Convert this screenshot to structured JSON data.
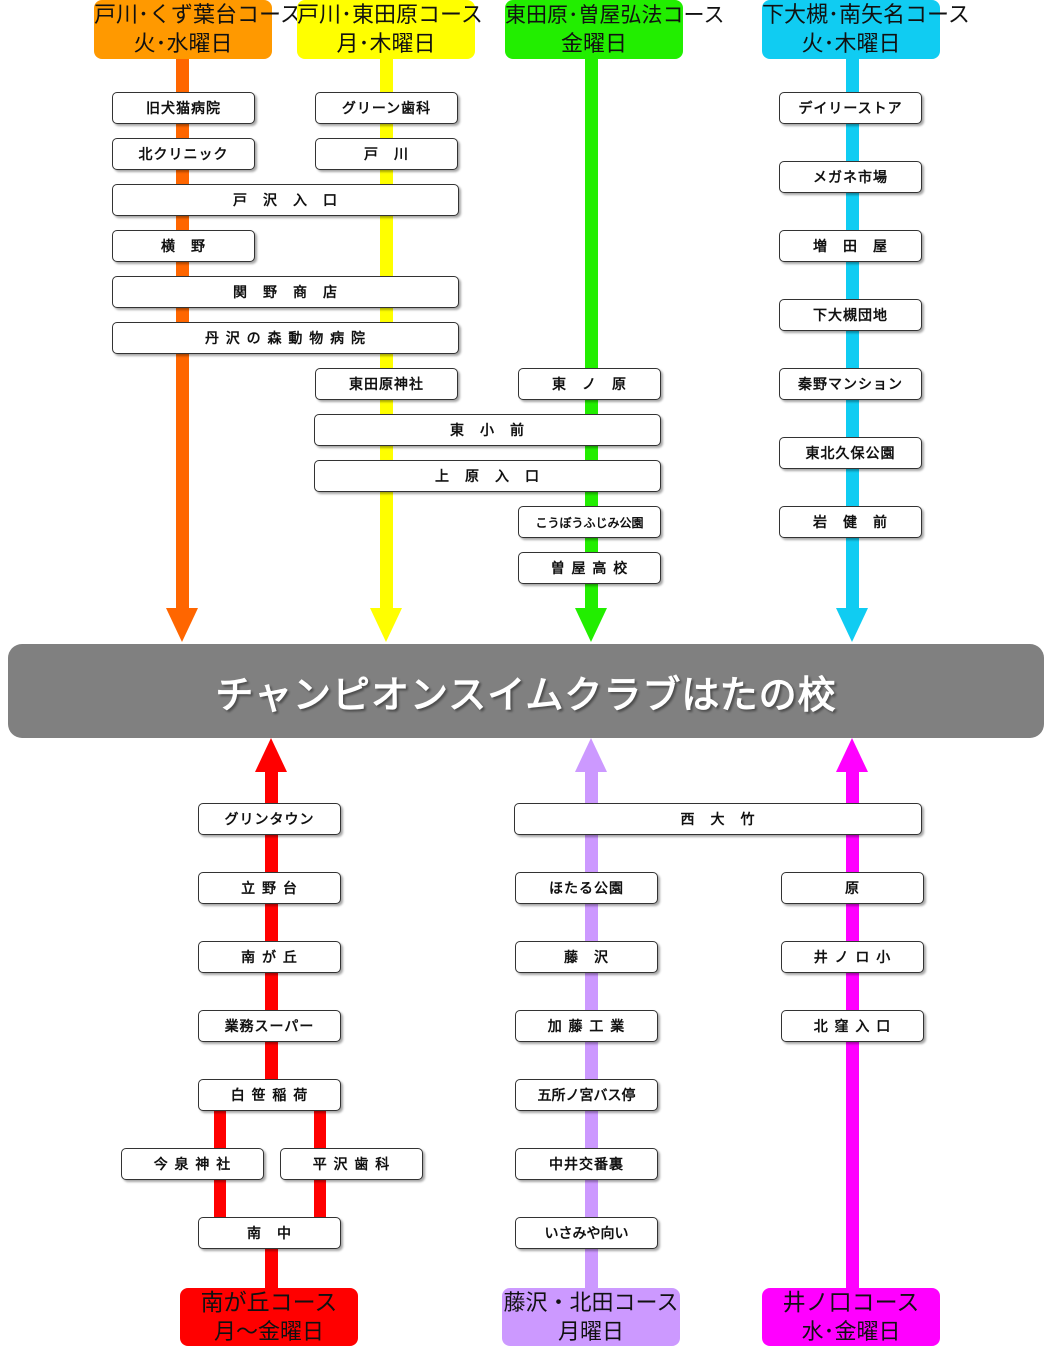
{
  "school": {
    "name": "チャンピオンスイムクラブはたの校"
  },
  "colors": {
    "orange": "#FF6600",
    "yellow": "#FFFF00",
    "green": "#22EE00",
    "cyan": "#10CCF2",
    "red": "#FF0000",
    "lavender": "#CC99FF",
    "magenta": "#FF00FF",
    "course_orange": "#FF9900"
  },
  "courses": [
    {
      "name": "戸川･くず葉台コース",
      "days": "火･水曜日"
    },
    {
      "name": "戸川･東田原コース",
      "days": "月･木曜日"
    },
    {
      "name": "東田原･曽屋弘法コース",
      "days": "金曜日"
    },
    {
      "name": "下大槻･南矢名コース",
      "days": "火･木曜日"
    },
    {
      "name": "南が丘コース",
      "days": "月～金曜日"
    },
    {
      "name": "藤沢・北田コース",
      "days": "月曜日"
    },
    {
      "name": "井ノ口コース",
      "days": "水･金曜日"
    }
  ],
  "stops": [
    "旧犬猫病院",
    "北クリニック",
    "戸　沢　入　口",
    "横　野",
    "関　野　商　店",
    "丹 沢 の 森 動 物 病 院",
    "グリーン歯科",
    "戸　川",
    "東田原神社",
    "東　小　前",
    "上　原　入　口",
    "東　ノ　原",
    "こうぼうふじみ公園",
    "曽 屋 高 校",
    "デイリーストア",
    "メガネ市場",
    "増　田　屋",
    "下大槻団地",
    "秦野マンション",
    "東北久保公園",
    "岩　健　前",
    "グリンタウン",
    "立 野 台",
    "南 が 丘",
    "業務スーパー",
    "白 笹 稲 荷",
    "今 泉 神 社",
    "平 沢 歯 科",
    "南　中",
    "西　大　竹",
    "ほたる公園",
    "藤　沢",
    "加 藤 工 業",
    "五所ノ宮バス停",
    "中井交番裏",
    "いさみや向い",
    "原",
    "井 ノ ロ 小",
    "北 窪 入 口"
  ]
}
